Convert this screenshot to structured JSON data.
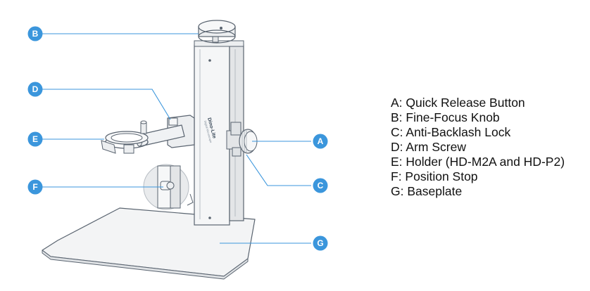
{
  "brand": {
    "logo_text": "Dino-Lite",
    "logo_subtext": "Digital Microscope"
  },
  "colors": {
    "badge": "#3b96dc",
    "leader_line": "#3b96dc",
    "outline": "#5a6470",
    "fill_light": "#f3f4f5",
    "fill_mid": "#e3e5e7"
  },
  "callouts": [
    {
      "id": "A",
      "label": "A"
    },
    {
      "id": "B",
      "label": "B"
    },
    {
      "id": "C",
      "label": "C"
    },
    {
      "id": "D",
      "label": "D"
    },
    {
      "id": "E",
      "label": "E"
    },
    {
      "id": "F",
      "label": "F"
    },
    {
      "id": "G",
      "label": "G"
    }
  ],
  "legend": [
    "A: Quick Release Button",
    "B: Fine-Focus Knob",
    "C: Anti-Backlash Lock",
    "D: Arm Screw",
    "E: Holder (HD-M2A and HD-P2)",
    "F: Position Stop",
    "G: Baseplate"
  ]
}
